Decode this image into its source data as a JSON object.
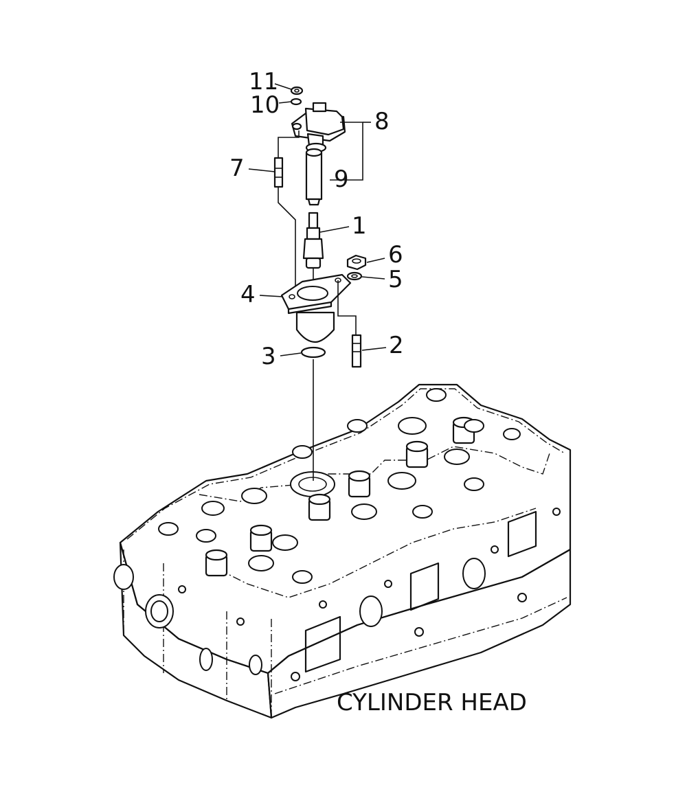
{
  "diagram": {
    "caption": "CYLINDER HEAD",
    "callouts": [
      "1",
      "2",
      "3",
      "4",
      "5",
      "6",
      "7",
      "8",
      "9",
      "10",
      "11"
    ]
  }
}
